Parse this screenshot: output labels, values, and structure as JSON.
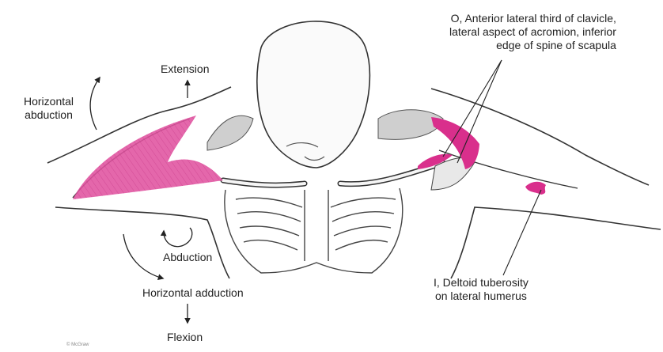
{
  "labels": {
    "extension": "Extension",
    "horizontal_abduction": [
      "Horizontal",
      "abduction"
    ],
    "abduction": "Abduction",
    "horizontal_adduction": "Horizontal adduction",
    "flexion": "Flexion",
    "origin": [
      "O, Anterior lateral third of clavicle,",
      "lateral aspect of acromion, inferior",
      "edge of spine of scapula"
    ],
    "insertion": [
      "I, Deltoid tuberosity",
      "on lateral humerus"
    ]
  },
  "credit": "© McGraw",
  "colors": {
    "muscle": "#e0529f",
    "muscle_light": "#f2a9cf",
    "bone_shade": "#c9c9c9",
    "outline": "#333333"
  }
}
